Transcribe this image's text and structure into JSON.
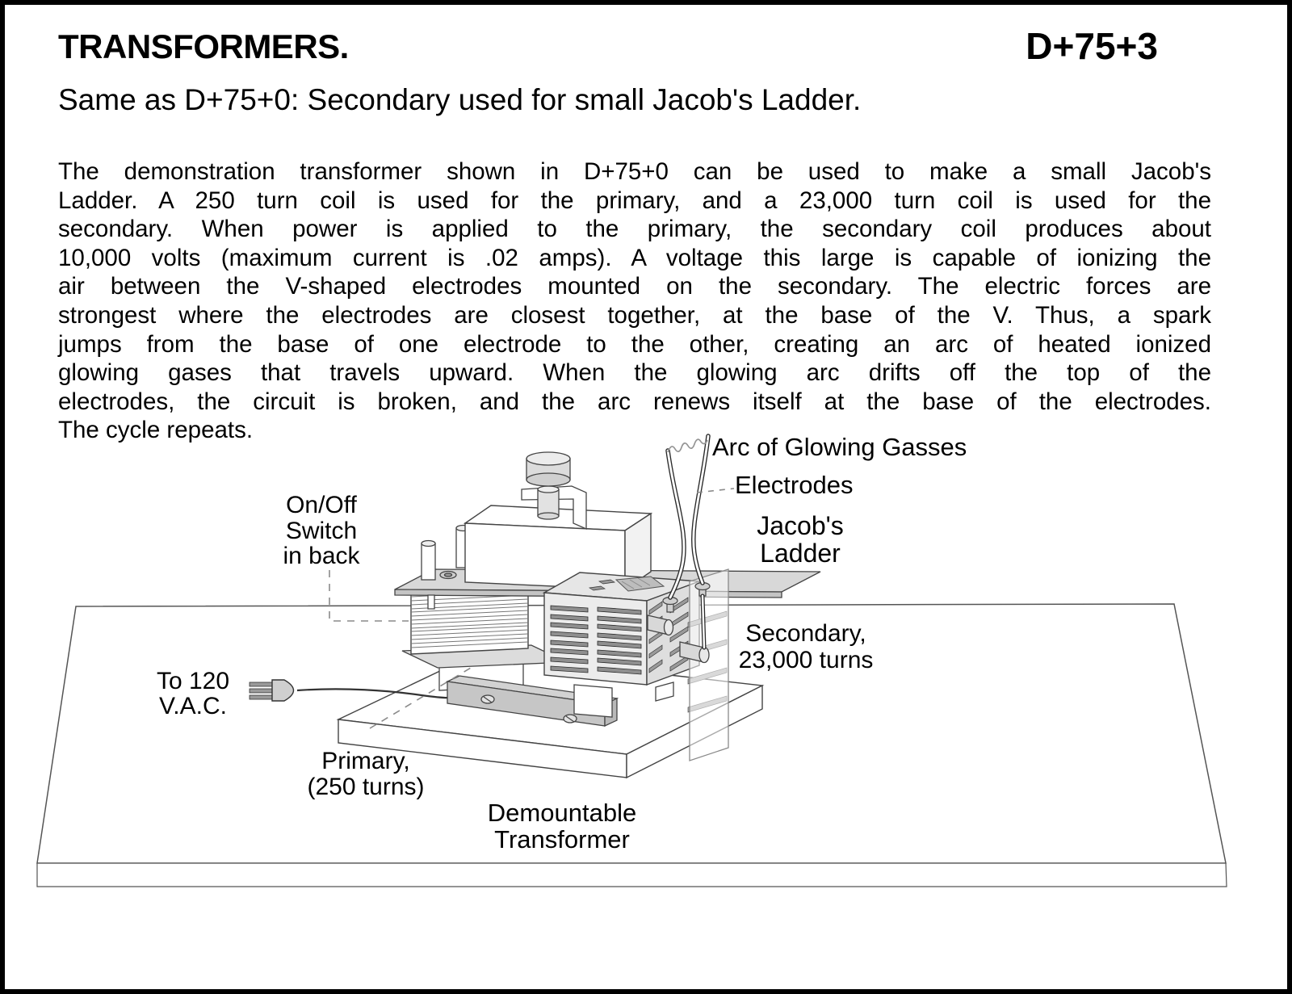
{
  "page": {
    "title": "TRANSFORMERS.",
    "code": "D+75+3",
    "subtitle": "Same as D+75+0: Secondary used for small Jacob's Ladder."
  },
  "paragraph": {
    "lines": [
      "The demonstration transformer shown in D+75+0 can be used to make a small Jacob's",
      "Ladder.  A 250 turn coil is used for the primary, and a 23,000 turn coil is used for the",
      "secondary.  When power is applied to the primary,  the secondary coil  produces about",
      "10,000 volts (maximum current is .02 amps).  A voltage this large is capable of ionizing the",
      "air between the V-shaped electrodes mounted on the secondary.  The electric forces are",
      "strongest where the electrodes are closest together, at the base of the V.  Thus, a spark",
      "jumps from the base of one electrode to the other, creating an arc of heated ionized",
      "glowing gases that travels upward.  When the glowing arc drifts off the top of the",
      "electrodes, the circuit is broken, and the arc renews itself at the base of the electrodes.",
      "The cycle repeats."
    ]
  },
  "diagram": {
    "labels": {
      "arc": "Arc of Glowing Gasses",
      "electrodes": "Electrodes",
      "jacobs_line1": "Jacob's",
      "jacobs_line2": "Ladder",
      "switch_line1": "On/Off",
      "switch_line2": "Switch",
      "switch_line3": "in back",
      "secondary_line1": "Secondary,",
      "secondary_line2": "23,000 turns",
      "vac_line1": "To 120",
      "vac_line2": "V.A.C.",
      "primary_line1": "Primary,",
      "primary_line2": "(250 turns)",
      "demountable_line1": "Demountable",
      "demountable_line2": "Transformer"
    },
    "colors": {
      "paper": "#ffffff",
      "ink": "#000000",
      "outline": "#444444",
      "plate_gray": "#d8d8d8",
      "slat_gray": "#8f8f8f"
    }
  }
}
